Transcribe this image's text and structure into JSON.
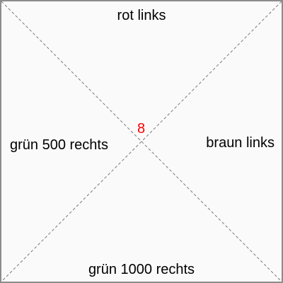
{
  "labels": {
    "top": "rot links",
    "left": "grün 500 rechts",
    "right": "braun links",
    "bottom": "grün 1000 rechts"
  },
  "center": {
    "value": "8",
    "color": "#ff0000"
  },
  "colors": {
    "border": "#8c8c8c",
    "background": "#fafafa",
    "diagonal": "#7a7a7a",
    "text": "#000000"
  }
}
